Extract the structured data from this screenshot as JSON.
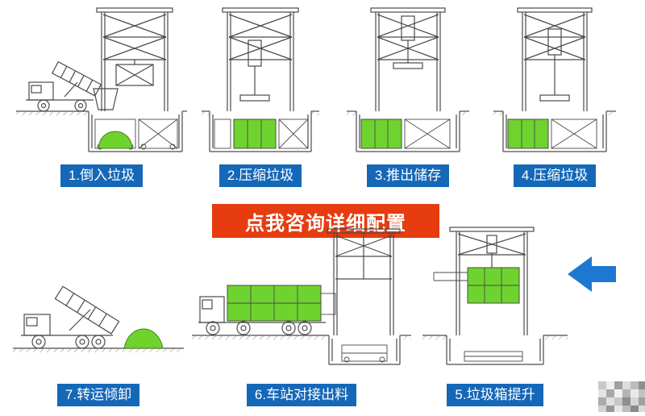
{
  "banner": {
    "label": "点我咨询详细配置"
  },
  "top_steps": [
    {
      "label": "1.倒入垃圾"
    },
    {
      "label": "2.压缩垃圾"
    },
    {
      "label": "3.推出储存"
    },
    {
      "label": "4.压缩垃圾"
    }
  ],
  "bottom_steps": [
    {
      "label": "7.转运倾卸"
    },
    {
      "label": "6.车站对接出料"
    },
    {
      "label": "5.垃圾箱提升"
    }
  ],
  "colors": {
    "caption_bg": "#1568b8",
    "caption_text": "#ffffff",
    "banner_bg": "#e63c10",
    "banner_text": "#ffffff",
    "highlight_green": "#6fd32f",
    "arrow_blue": "#1e78d2",
    "line": "#4a4a4a"
  }
}
